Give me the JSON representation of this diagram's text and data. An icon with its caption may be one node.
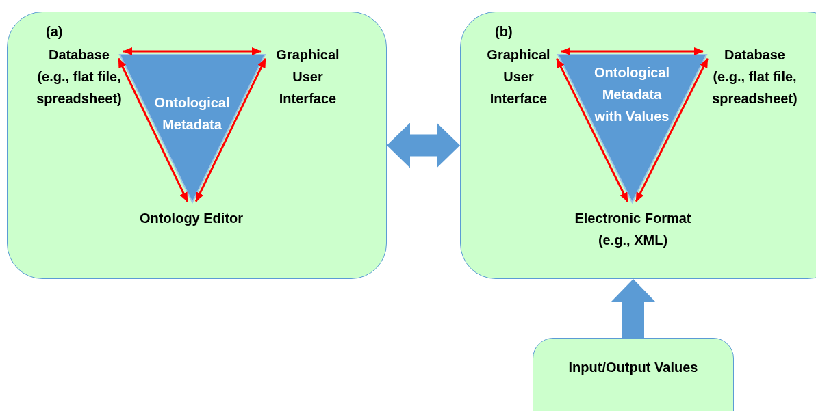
{
  "diagram": {
    "nodes": [
      {
        "text": [
          "(a)"
        ]
      },
      {
        "text": [
          "Database (e.g., flat file, spreadsheet)"
        ],
        "in": 0
      },
      {
        "text": [
          "Graphical User Interface"
        ],
        "in": 0
      },
      {
        "text": [
          "Ontological Metadata"
        ],
        "in": 0
      },
      {
        "text": [
          "Ontology Editor"
        ],
        "in": 0
      },
      {
        "text": [
          "(b)"
        ]
      },
      {
        "text": [
          "Graphical User Interface"
        ],
        "in": 5
      },
      {
        "text": [
          "Database (e.g., flat file, spreadsheet)"
        ],
        "in": 5
      },
      {
        "text": [
          "Ontological Metadata with Values"
        ],
        "in": 5
      },
      {
        "text": [
          "Electronic Format (e.g., XML)"
        ],
        "in": 5
      },
      {
        "text": [
          "Input/Output Values"
        ]
      }
    ],
    "edges": [
      {
        "from": 1,
        "to": 2,
        "arrow": "both"
      },
      {
        "from": 1,
        "to": 4,
        "arrow": "both"
      },
      {
        "from": 2,
        "to": 4,
        "arrow": "both"
      },
      {
        "from": 6,
        "to": 7,
        "arrow": "both"
      },
      {
        "from": 6,
        "to": 9,
        "arrow": "both"
      },
      {
        "from": 7,
        "to": 9,
        "arrow": "both"
      },
      {
        "from": 0,
        "to": 5,
        "arrow": "both",
        "style": "thick",
        "color": "#5b9bd5"
      },
      {
        "from": 10,
        "to": 5,
        "arrow": "to",
        "style": "thick",
        "color": "#5b9bd5"
      }
    ]
  }
}
